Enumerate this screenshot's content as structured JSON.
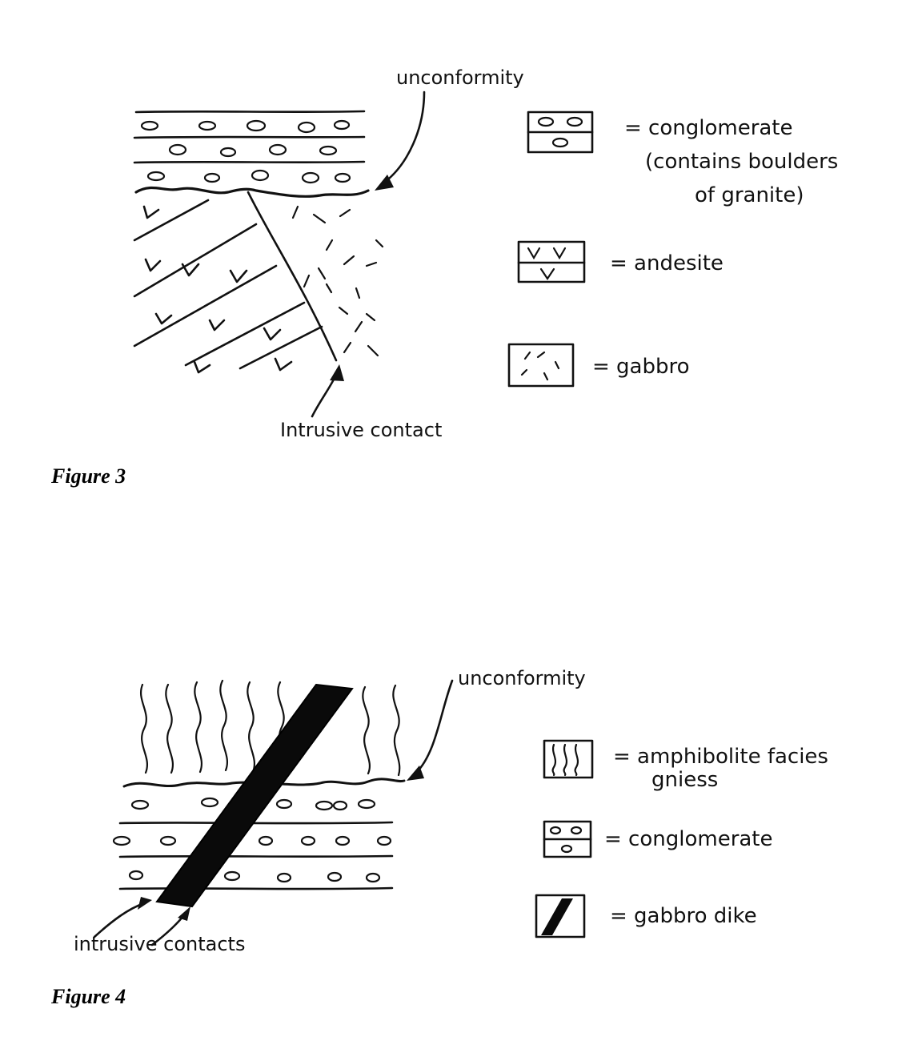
{
  "figures": [
    {
      "caption": "Figure 3",
      "labels": {
        "unconformity": "unconformity",
        "intrusive_contact": "Intrusive contact"
      },
      "legend": [
        {
          "symbol": "conglomerate",
          "text_lines": [
            "= conglomerate",
            "(contains boulders",
            "of granite)"
          ]
        },
        {
          "symbol": "andesite",
          "text_lines": [
            "= andesite"
          ]
        },
        {
          "symbol": "gabbro",
          "text_lines": [
            "= gabbro"
          ]
        }
      ]
    },
    {
      "caption": "Figure 4",
      "labels": {
        "unconformity": "unconformity",
        "intrusive_contacts": "intrusive contacts"
      },
      "legend": [
        {
          "symbol": "amphibolite-gneiss",
          "text_lines": [
            "= amphibolite facies",
            "gniess"
          ]
        },
        {
          "symbol": "conglomerate",
          "text_lines": [
            "= conglomerate"
          ]
        },
        {
          "symbol": "gabbro-dike",
          "text_lines": [
            "= gabbro dike"
          ]
        }
      ]
    }
  ]
}
